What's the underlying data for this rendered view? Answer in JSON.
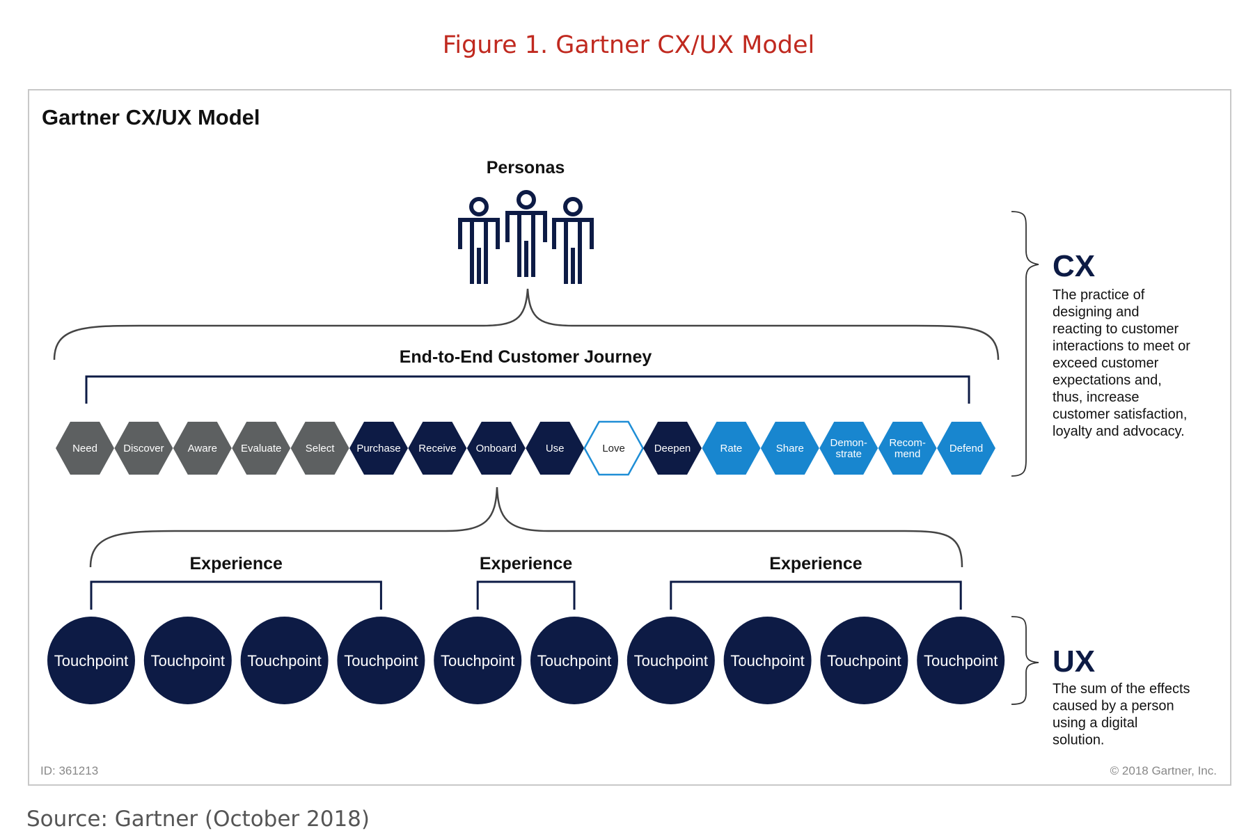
{
  "figure_title": "Figure 1. Gartner CX/UX Model",
  "panel": {
    "title": "Gartner CX/UX Model",
    "personas_label": "Personas",
    "journey_label": "End-to-End Customer Journey",
    "stages": [
      {
        "label": "Need",
        "style": "gray"
      },
      {
        "label": "Discover",
        "style": "gray"
      },
      {
        "label": "Aware",
        "style": "gray"
      },
      {
        "label": "Evaluate",
        "style": "gray"
      },
      {
        "label": "Select",
        "style": "gray"
      },
      {
        "label": "Purchase",
        "style": "navy"
      },
      {
        "label": "Receive",
        "style": "navy"
      },
      {
        "label": "Onboard",
        "style": "navy"
      },
      {
        "label": "Use",
        "style": "navy"
      },
      {
        "label": "Love",
        "style": "outline"
      },
      {
        "label": "Deepen",
        "style": "navy"
      },
      {
        "label": "Rate",
        "style": "blue"
      },
      {
        "label": "Share",
        "style": "blue"
      },
      {
        "label": "Demon-\nstrate",
        "style": "blue"
      },
      {
        "label": "Recom-\nmend",
        "style": "blue"
      },
      {
        "label": "Defend",
        "style": "blue"
      }
    ],
    "experience_label": "Experience",
    "touchpoint_label": "Touchpoint",
    "touchpoint_count": 10,
    "experience_groups": [
      {
        "label": "Experience",
        "touchpoints": 4
      },
      {
        "label": "Experience",
        "touchpoints": 2
      },
      {
        "label": "Experience",
        "touchpoints": 4
      }
    ],
    "cx": {
      "heading": "CX",
      "lines": [
        "The practice of",
        "designing and",
        "reacting to customer",
        "interactions to meet or",
        "exceed customer",
        "expectations and,",
        "thus, increase",
        "customer satisfaction,",
        "loyalty and advocacy."
      ]
    },
    "ux": {
      "heading": "UX",
      "lines": [
        "The sum of the effects",
        "caused by a person",
        "using a digital",
        "solution."
      ]
    },
    "id_text": "ID: 361213",
    "copyright": "© 2018 Gartner, Inc."
  },
  "source": "Source: Gartner (October 2018)",
  "colors": {
    "navy": "#0d1b45",
    "gray": "#5d6061",
    "blue": "#1886cf",
    "outline": "#1f8ed6",
    "figure_title": "#c0291f"
  }
}
